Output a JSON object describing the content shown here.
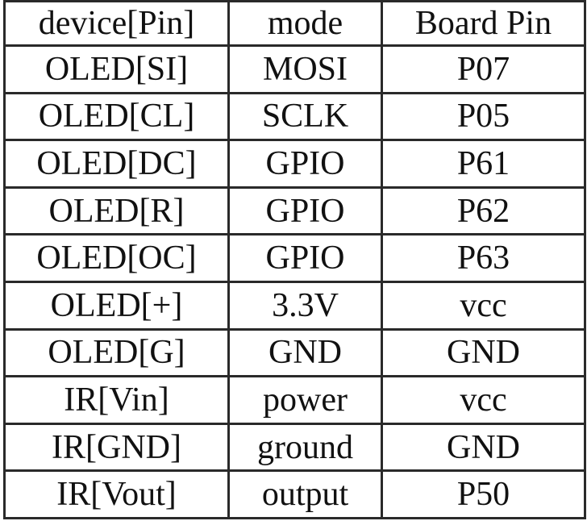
{
  "table": {
    "headers": [
      "device[Pin]",
      "mode",
      "Board Pin"
    ],
    "rows": [
      [
        "OLED[SI]",
        "MOSI",
        "P07"
      ],
      [
        "OLED[CL]",
        "SCLK",
        "P05"
      ],
      [
        "OLED[DC]",
        "GPIO",
        "P61"
      ],
      [
        "OLED[R]",
        "GPIO",
        "P62"
      ],
      [
        "OLED[OC]",
        "GPIO",
        "P63"
      ],
      [
        "OLED[+]",
        "3.3V",
        "vcc"
      ],
      [
        "OLED[G]",
        "GND",
        "GND"
      ],
      [
        "IR[Vin]",
        "power",
        "vcc"
      ],
      [
        "IR[GND]",
        "ground",
        "GND"
      ],
      [
        "IR[Vout]",
        "output",
        "P50"
      ]
    ]
  }
}
